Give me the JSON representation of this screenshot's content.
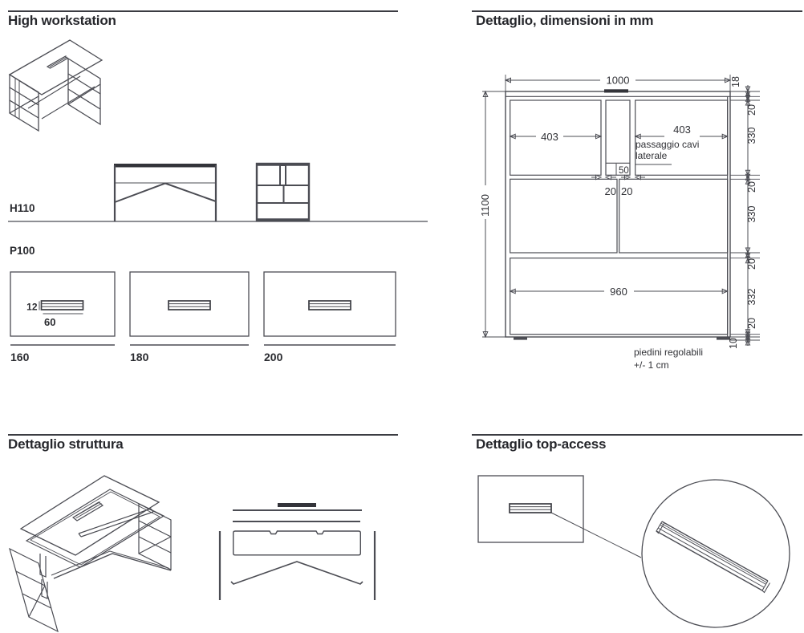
{
  "colors": {
    "line": "#4b4c53",
    "dark": "#33343a",
    "text": "#26272c"
  },
  "sections": {
    "high_workstation": {
      "title": "High workstation",
      "elevation_label": "H110",
      "plan_label": "P100",
      "plan_slot_height": "12",
      "plan_slot_width": "60",
      "plan_widths": [
        "160",
        "180",
        "200"
      ]
    },
    "dettaglio": {
      "title": "Dettaglio, dimensioni in mm",
      "width_total": "1000",
      "height_total": "1100",
      "top_thickness": "18",
      "shelf_left": "403",
      "shelf_right": "403",
      "channel_bottom": "50",
      "gap_left": "20",
      "gap_right": "20",
      "bottom_width": "960",
      "right_chain": [
        "20",
        "330",
        "20",
        "330",
        "20",
        "332",
        "20",
        "10"
      ],
      "cable_note_1": "passaggio cavi",
      "cable_note_2": "laterale",
      "feet_note_1": "piedini regolabili",
      "feet_note_2": "+/- 1 cm"
    },
    "struttura": {
      "title": "Dettaglio struttura"
    },
    "top_access": {
      "title": "Dettaglio top-access"
    }
  }
}
